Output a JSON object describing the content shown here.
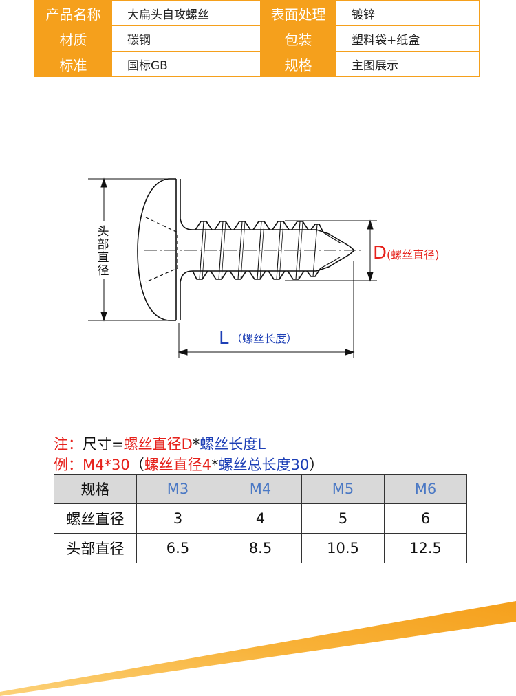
{
  "info": {
    "rows": [
      {
        "k1": "产品名称",
        "v1": "大扁头自攻螺丝",
        "k2": "表面处理",
        "v2": "镀锌"
      },
      {
        "k1": "材质",
        "v1": "碳钢",
        "k2": "包装",
        "v2": "塑料袋+纸盒"
      },
      {
        "k1": "标准",
        "v1": "国标GB",
        "k2": "规格",
        "v2": "主图展示"
      }
    ]
  },
  "diagram": {
    "head_label": [
      "头",
      "部",
      "直",
      "径"
    ],
    "d_letter": "D",
    "d_text": "(螺丝直径)",
    "l_letter": "L",
    "l_text": "（螺丝长度）"
  },
  "notes": {
    "line1": {
      "prefix": "注：",
      "mid": "尺寸=",
      "a": "螺丝直径D",
      "star": "*",
      "b": "螺丝长度L"
    },
    "line2": {
      "prefix": "例：",
      "mid": "M4*30",
      "open": "（",
      "a": "螺丝直径4",
      "star": "*",
      "b": "螺丝总长度30",
      "close": "）"
    }
  },
  "spec": {
    "header": [
      "规格",
      "M3",
      "M4",
      "M5",
      "M6"
    ],
    "rows": [
      [
        "螺丝直径",
        "3",
        "4",
        "5",
        "6"
      ],
      [
        "头部直径",
        "6.5",
        "8.5",
        "10.5",
        "12.5"
      ]
    ]
  },
  "colors": {
    "accent": "#f5a01c",
    "red": "#e6211b",
    "blue": "#1d3fb6",
    "size_blue": "#4a78c4"
  }
}
